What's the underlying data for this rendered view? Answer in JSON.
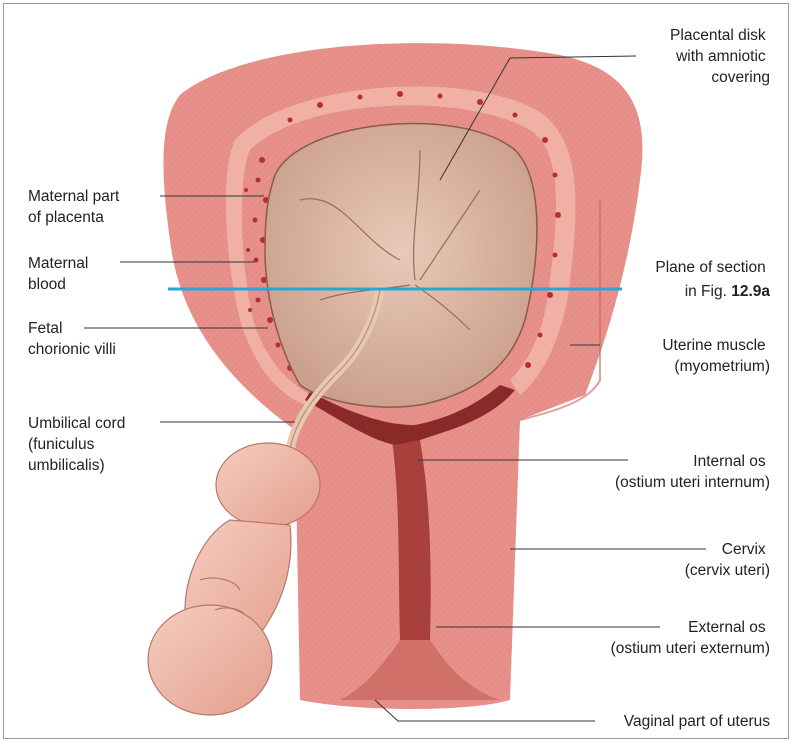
{
  "colors": {
    "uterus": "#e8908a",
    "uterus_dark": "#c9625c",
    "cavity": "#dcb6a4",
    "membrane": "#b88a78",
    "blood": "#b82e2e",
    "fetus": "#f0b8a8",
    "plane_line": "#2aa5d8"
  },
  "labels": {
    "placental_disk": [
      "Placental disk",
      "with amniotic",
      "covering"
    ],
    "maternal_part": [
      "Maternal part",
      "of placenta"
    ],
    "maternal_blood": [
      "Maternal",
      "blood"
    ],
    "plane_of_section": {
      "line1": "Plane of section",
      "line2_prefix": "in Fig. ",
      "line2_ref": "12.9a"
    },
    "fetal_villi": [
      "Fetal",
      "chorionic villi"
    ],
    "uterine_muscle": [
      "Uterine muscle",
      "(myometrium)"
    ],
    "umbilical_cord": [
      "Umbilical cord",
      "(funiculus",
      "umbilicalis)"
    ],
    "internal_os": [
      "Internal os",
      "(ostium uteri internum)"
    ],
    "cervix": [
      "Cervix",
      "(cervix uteri)"
    ],
    "external_os": [
      "External os",
      "(ostium uteri externum)"
    ],
    "vaginal_part": [
      "Vaginal part of uterus"
    ]
  }
}
